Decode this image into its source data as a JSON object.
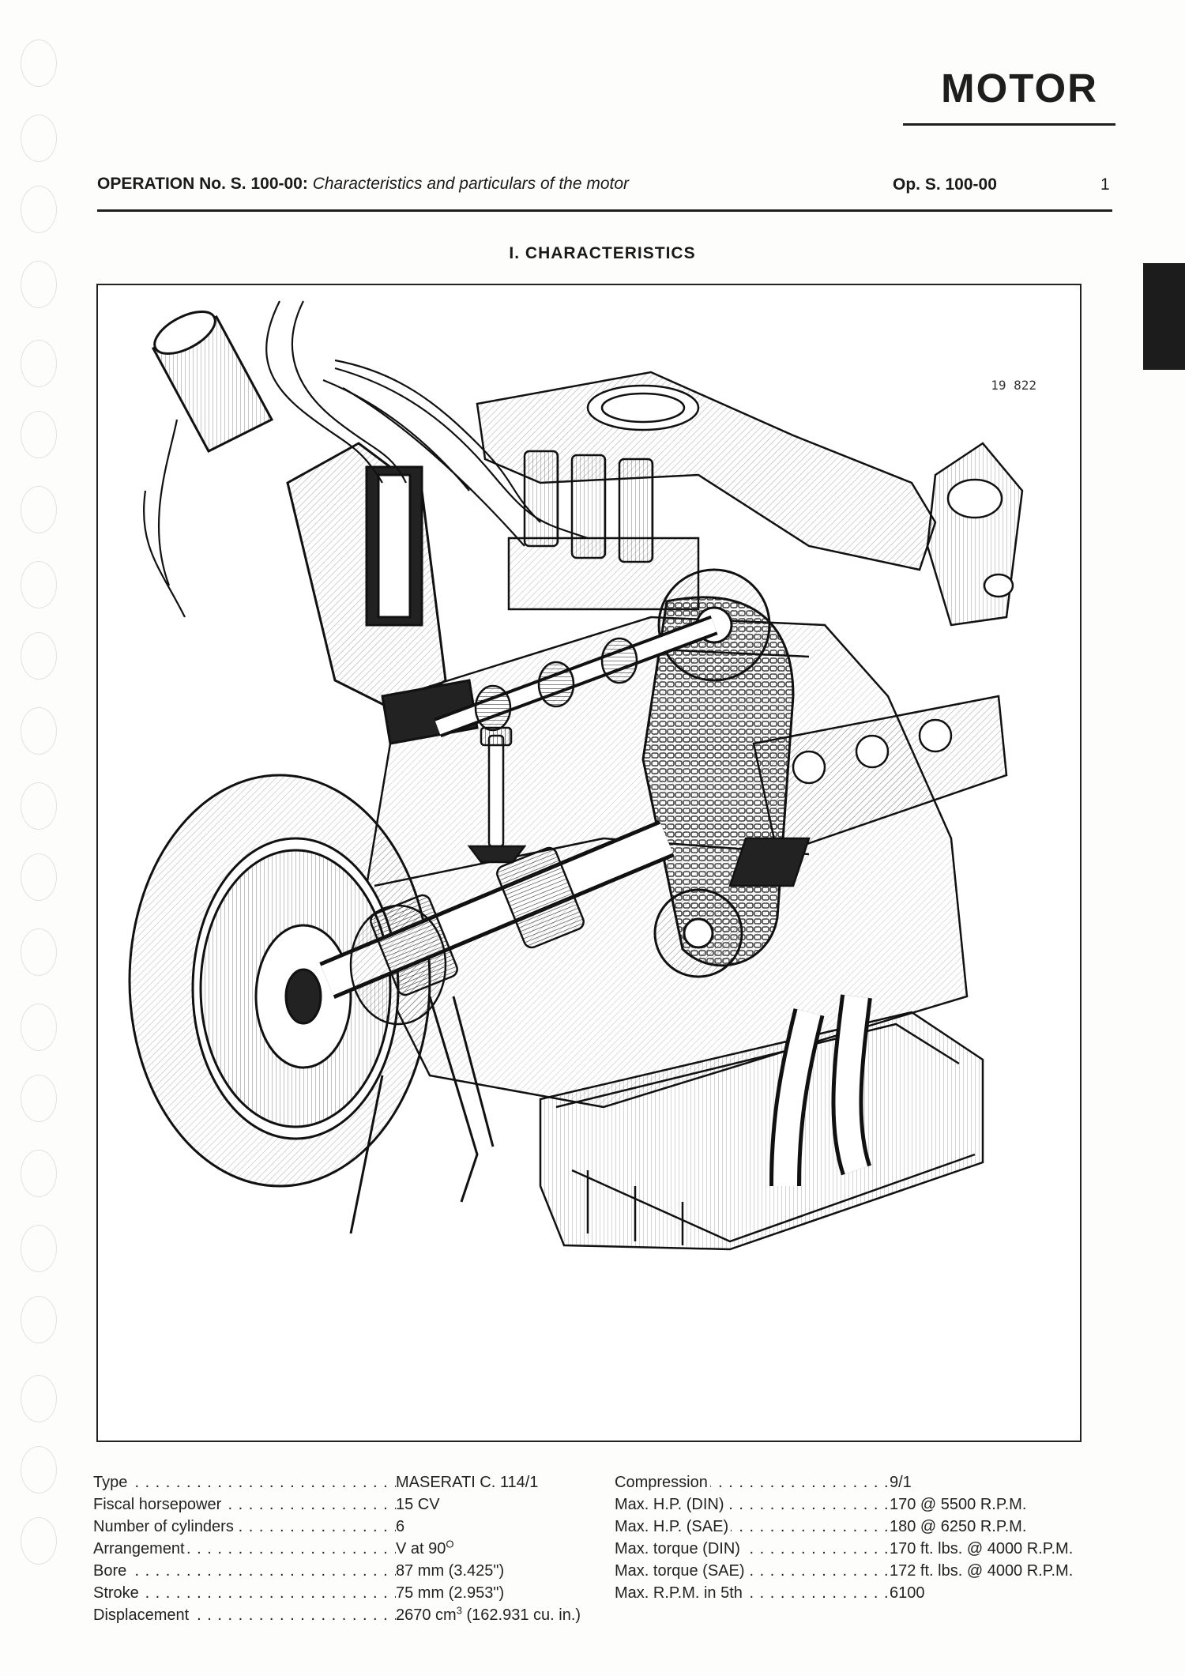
{
  "header": {
    "section_title": "MOTOR",
    "operation_label": "OPERATION No. S. 100-00:",
    "operation_description": "Characteristics and particulars of the motor",
    "operation_code": "Op. S. 100-00",
    "page_number": "1"
  },
  "chapter": {
    "heading": "I. CHARACTERISTICS"
  },
  "figure": {
    "reference_number": "19 822"
  },
  "specs": {
    "left": [
      {
        "label": "Type",
        "value": "MASERATI C. 114/1"
      },
      {
        "label": "Fiscal horsepower",
        "value": "15 CV"
      },
      {
        "label": "Number of cylinders",
        "value": "6"
      },
      {
        "label": "Arrangement",
        "value": "V at 90",
        "value_sup": "O"
      },
      {
        "label": "Bore",
        "value": "87 mm (3.425\")"
      },
      {
        "label": "Stroke",
        "value": "75 mm (2.953\")"
      },
      {
        "label": "Displacement",
        "value": "2670 cm",
        "value_sup": "3",
        "value_tail": " (162.931 cu. in.)"
      }
    ],
    "right": [
      {
        "label": "Compression",
        "value": "9/1"
      },
      {
        "label": "Max. H.P. (DIN)",
        "value": "170 @ 5500 R.P.M."
      },
      {
        "label": "Max. H.P. (SAE)",
        "value": "180 @ 6250 R.P.M."
      },
      {
        "label": "Max. torque (DIN)",
        "value": "170 ft. lbs. @ 4000 R.P.M."
      },
      {
        "label": "Max. torque (SAE)",
        "value": "172 ft. lbs. @ 4000 R.P.M."
      },
      {
        "label": "Max. R.P.M. in 5th",
        "value": "6100"
      }
    ]
  }
}
